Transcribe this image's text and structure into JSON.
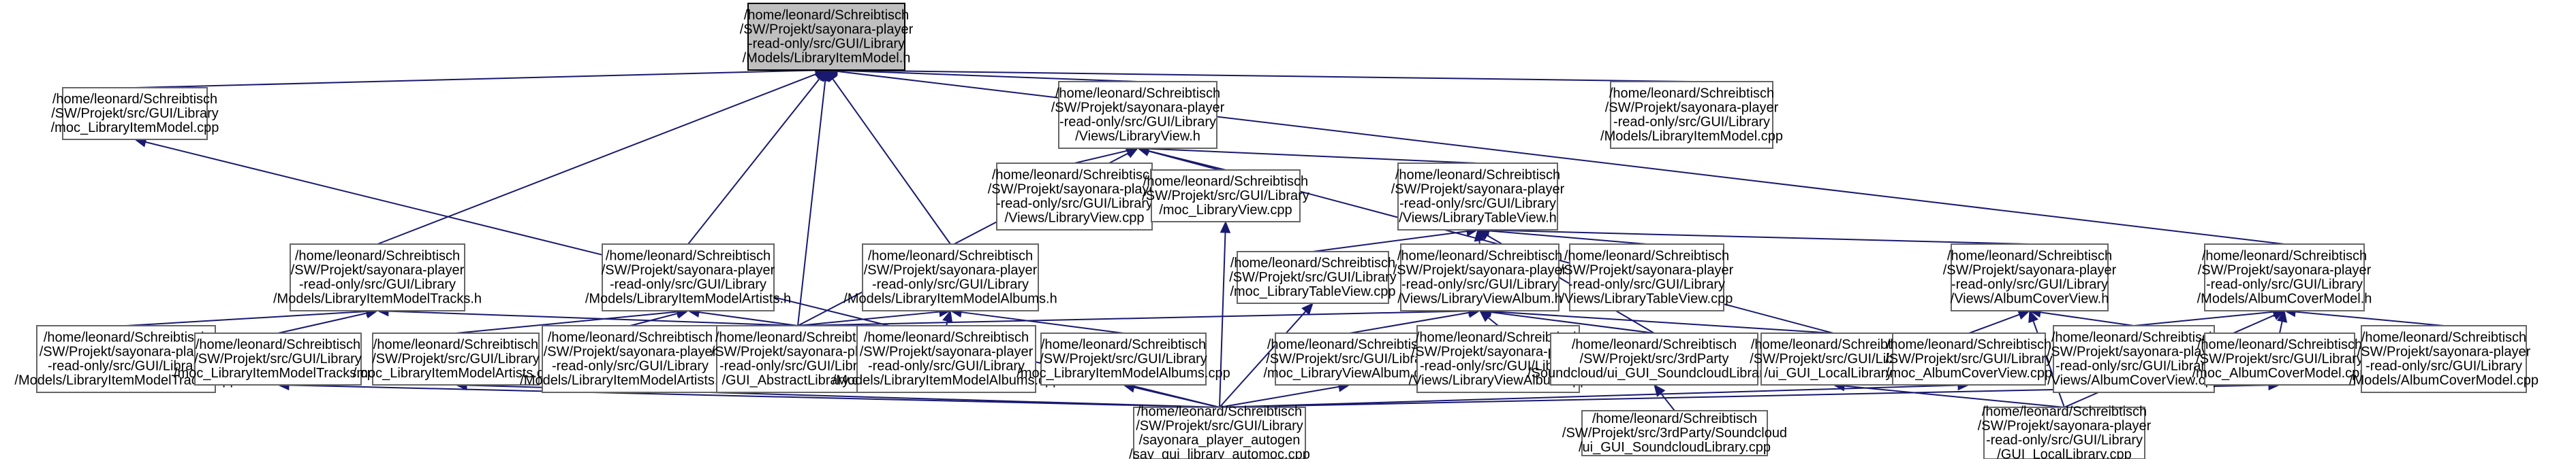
{
  "diagram": {
    "title": "",
    "nodes": [
      {
        "id": "n0",
        "lines": [
          "/home/leonard/Schreibtisch",
          "/SW/Projekt/sayonara-player",
          "-read-only/src/GUI/Library",
          "/Models/LibraryItemModel.h"
        ],
        "root": true
      },
      {
        "id": "n1",
        "lines": [
          "/home/leonard/Schreibtisch",
          "/SW/Projekt/src/GUI/Library",
          "/moc_LibraryItemModel.cpp"
        ]
      },
      {
        "id": "n2",
        "lines": [
          "/home/leonard/Schreibtisch",
          "/SW/Projekt/sayonara-player",
          "-read-only/src/GUI/Library",
          "/Views/LibraryView.h"
        ]
      },
      {
        "id": "n3",
        "lines": [
          "/home/leonard/Schreibtisch",
          "/SW/Projekt/sayonara-player",
          "-read-only/src/GUI/Library",
          "/Models/LibraryItemModel.cpp"
        ]
      },
      {
        "id": "n4",
        "lines": [
          "/home/leonard/Schreibtisch",
          "/SW/Projekt/sayonara-player",
          "-read-only/src/GUI/Library",
          "/Views/LibraryView.cpp"
        ]
      },
      {
        "id": "n5",
        "lines": [
          "/home/leonard/Schreibtisch",
          "/SW/Projekt/src/GUI/Library",
          "/moc_LibraryView.cpp"
        ]
      },
      {
        "id": "n6",
        "lines": [
          "/home/leonard/Schreibtisch",
          "/SW/Projekt/sayonara-player",
          "-read-only/src/GUI/Library",
          "/Views/LibraryTableView.h"
        ]
      },
      {
        "id": "n7",
        "lines": [
          "/home/leonard/Schreibtisch",
          "/SW/Projekt/sayonara-player",
          "-read-only/src/GUI/Library",
          "/Models/LibraryItemModelTracks.h"
        ]
      },
      {
        "id": "n8",
        "lines": [
          "/home/leonard/Schreibtisch",
          "/SW/Projekt/sayonara-player",
          "-read-only/src/GUI/Library",
          "/Models/LibraryItemModelArtists.h"
        ]
      },
      {
        "id": "n9",
        "lines": [
          "/home/leonard/Schreibtisch",
          "/SW/Projekt/sayonara-player",
          "-read-only/src/GUI/Library",
          "/Models/LibraryItemModelAlbums.h"
        ]
      },
      {
        "id": "n10",
        "lines": [
          "/home/leonard/Schreibtisch",
          "/SW/Projekt/src/GUI/Library",
          "/moc_LibraryTableView.cpp"
        ]
      },
      {
        "id": "n11",
        "lines": [
          "/home/leonard/Schreibtisch",
          "/SW/Projekt/sayonara-player",
          "-read-only/src/GUI/Library",
          "/Views/LibraryViewAlbum.h"
        ]
      },
      {
        "id": "n12",
        "lines": [
          "/home/leonard/Schreibtisch",
          "/SW/Projekt/sayonara-player",
          "-read-only/src/GUI/Library",
          "/Views/LibraryTableView.cpp"
        ]
      },
      {
        "id": "n13",
        "lines": [
          "/home/leonard/Schreibtisch",
          "/SW/Projekt/sayonara-player",
          "-read-only/src/GUI/Library",
          "/Views/AlbumCoverView.h"
        ]
      },
      {
        "id": "n14",
        "lines": [
          "/home/leonard/Schreibtisch",
          "/SW/Projekt/sayonara-player",
          "-read-only/src/GUI/Library",
          "/Models/AlbumCoverModel.h"
        ]
      },
      {
        "id": "n15",
        "lines": [
          "/home/leonard/Schreibtisch",
          "/SW/Projekt/sayonara-player",
          "-read-only/src/GUI/Library",
          "/Models/LibraryItemModelTracks.cpp"
        ]
      },
      {
        "id": "n16",
        "lines": [
          "/home/leonard/Schreibtisch",
          "/SW/Projekt/src/GUI/Library",
          "/moc_LibraryItemModelTracks.cpp"
        ]
      },
      {
        "id": "n17",
        "lines": [
          "/home/leonard/Schreibtisch",
          "/SW/Projekt/src/GUI/Library",
          "/moc_LibraryItemModelArtists.cpp"
        ]
      },
      {
        "id": "n18",
        "lines": [
          "/home/leonard/Schreibtisch",
          "/SW/Projekt/sayonara-player",
          "-read-only/src/GUI/Library",
          "/Models/LibraryItemModelArtists.cpp"
        ]
      },
      {
        "id": "n19",
        "lines": [
          "/home/leonard/Schreibtisch",
          "/SW/Projekt/sayonara-player",
          "-read-only/src/GUI/Library",
          "/GUI_AbstractLibrary.cpp"
        ]
      },
      {
        "id": "n20",
        "lines": [
          "/home/leonard/Schreibtisch",
          "/SW/Projekt/sayonara-player",
          "-read-only/src/GUI/Library",
          "/Models/LibraryItemModelAlbums.cpp"
        ]
      },
      {
        "id": "n21",
        "lines": [
          "/home/leonard/Schreibtisch",
          "/SW/Projekt/src/GUI/Library",
          "/moc_LibraryItemModelAlbums.cpp"
        ]
      },
      {
        "id": "n22",
        "lines": [
          "/home/leonard/Schreibtisch",
          "/SW/Projekt/src/GUI/Library",
          "/moc_LibraryViewAlbum.cpp"
        ]
      },
      {
        "id": "n23",
        "lines": [
          "/home/leonard/Schreibtisch",
          "/SW/Projekt/sayonara-player",
          "-read-only/src/GUI/Library",
          "/Views/LibraryViewAlbum.cpp"
        ]
      },
      {
        "id": "n24",
        "lines": [
          "/home/leonard/Schreibtisch",
          "/SW/Projekt/src/3rdParty",
          "/Soundcloud/ui_GUI_SoundcloudLibrary.h"
        ]
      },
      {
        "id": "n25",
        "lines": [
          "/home/leonard/Schreibtisch",
          "/SW/Projekt/src/GUI/Library",
          "/ui_GUI_LocalLibrary.h"
        ]
      },
      {
        "id": "n26",
        "lines": [
          "/home/leonard/Schreibtisch",
          "/SW/Projekt/src/GUI/Library",
          "/moc_AlbumCoverView.cpp"
        ]
      },
      {
        "id": "n27",
        "lines": [
          "/home/leonard/Schreibtisch",
          "/SW/Projekt/sayonara-player",
          "-read-only/src/GUI/Library",
          "/Views/AlbumCoverView.cpp"
        ]
      },
      {
        "id": "n28",
        "lines": [
          "/home/leonard/Schreibtisch",
          "/SW/Projekt/src/GUI/Library",
          "/moc_AlbumCoverModel.cpp"
        ]
      },
      {
        "id": "n29",
        "lines": [
          "/home/leonard/Schreibtisch",
          "/SW/Projekt/sayonara-player",
          "-read-only/src/GUI/Library",
          "/Models/AlbumCoverModel.cpp"
        ]
      },
      {
        "id": "n30",
        "lines": [
          "/home/leonard/Schreibtisch",
          "/SW/Projekt/src/GUI/Library",
          "/sayonara_player_autogen",
          "/say_gui_library_automoc.cpp"
        ]
      },
      {
        "id": "n31",
        "lines": [
          "/home/leonard/Schreibtisch",
          "/SW/Projekt/src/3rdParty/Soundcloud",
          "/ui_GUI_SoundcloudLibrary.cpp"
        ]
      },
      {
        "id": "n32",
        "lines": [
          "/home/leonard/Schreibtisch",
          "/SW/Projekt/sayonara-player",
          "-read-only/src/GUI/Library",
          "/GUI_LocalLibrary.cpp"
        ]
      }
    ],
    "edges": [
      {
        "from": "n1",
        "to": "n0"
      },
      {
        "from": "n2",
        "to": "n0"
      },
      {
        "from": "n3",
        "to": "n0"
      },
      {
        "from": "n7",
        "to": "n0"
      },
      {
        "from": "n8",
        "to": "n0"
      },
      {
        "from": "n9",
        "to": "n0"
      },
      {
        "from": "n19",
        "to": "n0"
      },
      {
        "from": "n14",
        "to": "n0"
      },
      {
        "from": "n4",
        "to": "n2"
      },
      {
        "from": "n5",
        "to": "n2"
      },
      {
        "from": "n6",
        "to": "n2"
      },
      {
        "from": "n19",
        "to": "n2"
      },
      {
        "from": "n25",
        "to": "n2"
      },
      {
        "from": "n10",
        "to": "n6"
      },
      {
        "from": "n11",
        "to": "n6"
      },
      {
        "from": "n12",
        "to": "n6"
      },
      {
        "from": "n13",
        "to": "n6"
      },
      {
        "from": "n24",
        "to": "n6"
      },
      {
        "from": "n15",
        "to": "n7"
      },
      {
        "from": "n16",
        "to": "n7"
      },
      {
        "from": "n19",
        "to": "n7"
      },
      {
        "from": "n17",
        "to": "n8"
      },
      {
        "from": "n18",
        "to": "n8"
      },
      {
        "from": "n19",
        "to": "n8"
      },
      {
        "from": "n19",
        "to": "n9"
      },
      {
        "from": "n20",
        "to": "n9"
      },
      {
        "from": "n21",
        "to": "n9"
      },
      {
        "from": "n19",
        "to": "n11"
      },
      {
        "from": "n22",
        "to": "n11"
      },
      {
        "from": "n23",
        "to": "n11"
      },
      {
        "from": "n24",
        "to": "n11"
      },
      {
        "from": "n25",
        "to": "n11"
      },
      {
        "from": "n26",
        "to": "n13"
      },
      {
        "from": "n27",
        "to": "n13"
      },
      {
        "from": "n32",
        "to": "n13"
      },
      {
        "from": "n27",
        "to": "n14"
      },
      {
        "from": "n28",
        "to": "n14"
      },
      {
        "from": "n29",
        "to": "n14"
      },
      {
        "from": "n32",
        "to": "n14"
      },
      {
        "from": "n30",
        "to": "n1"
      },
      {
        "from": "n30",
        "to": "n5"
      },
      {
        "from": "n30",
        "to": "n10"
      },
      {
        "from": "n30",
        "to": "n16"
      },
      {
        "from": "n30",
        "to": "n17"
      },
      {
        "from": "n30",
        "to": "n21"
      },
      {
        "from": "n30",
        "to": "n22"
      },
      {
        "from": "n30",
        "to": "n26"
      },
      {
        "from": "n30",
        "to": "n28"
      },
      {
        "from": "n31",
        "to": "n24"
      },
      {
        "from": "n32",
        "to": "n25"
      }
    ]
  }
}
